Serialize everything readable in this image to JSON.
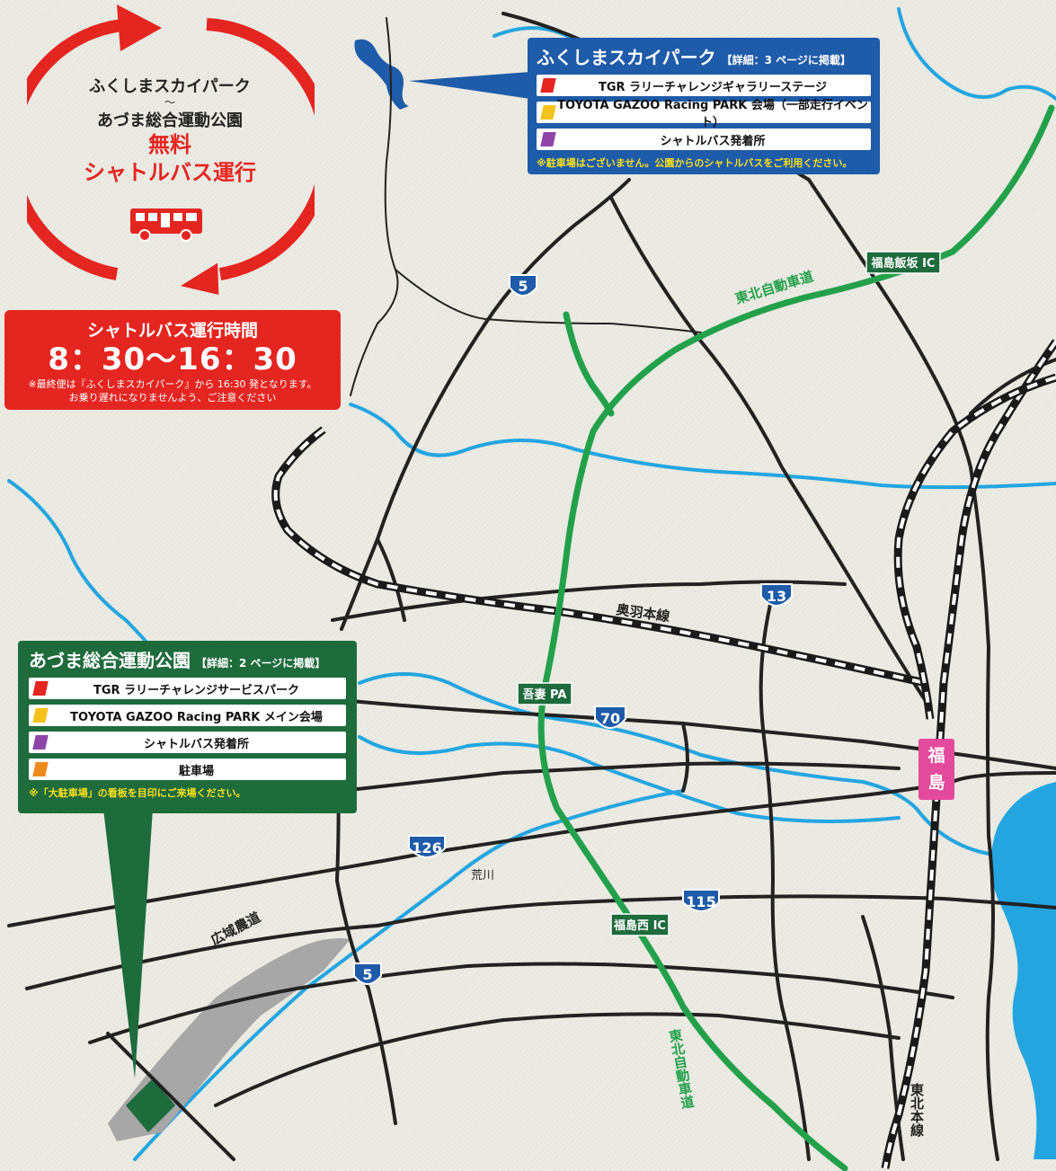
{
  "loop": {
    "line1": "ふくしまスカイパーク",
    "line2": "～",
    "line3": "あづま総合運動公園",
    "line4": "無料",
    "line5": "シャトルバス運行",
    "color": "#e52520"
  },
  "shuttle_time": {
    "title": "シャトルバス運行時間",
    "time": "8：30〜16：30",
    "note1": "※最終便は『ふくしまスカイパーク』から 16:30 発となります。",
    "note2": "お乗り遅れになりませんよう、ご注意ください"
  },
  "sky_park": {
    "title": "ふくしまスカイパーク",
    "detail": "【詳細：3 ページに掲載】",
    "items": [
      {
        "label": "TGR ラリーチャレンジギャラリーステージ",
        "color": "#e52520"
      },
      {
        "label": "TOYOTA GAZOO Racing PARK 会場（一部走行イベント）",
        "color": "#f5c21b"
      },
      {
        "label": "シャトルバス発着所",
        "color": "#8e44a8"
      }
    ],
    "note": "※駐車場はございません。公園からのシャトルバスをご利用ください。",
    "bg": "#1e5ba8"
  },
  "azuma_park": {
    "title": "あづま総合運動公園",
    "detail": "【詳細：2 ページに掲載】",
    "items": [
      {
        "label": "TGR ラリーチャレンジサービスパーク",
        "color": "#e52520"
      },
      {
        "label": "TOYOTA GAZOO Racing PARK メイン会場",
        "color": "#f5c21b"
      },
      {
        "label": "シャトルバス発着所",
        "color": "#8e44a8"
      },
      {
        "label": "駐車場",
        "color": "#f08a1e"
      }
    ],
    "note": "※「大駐車場」の看板を目印にご来場ください。",
    "bg": "#1e6b3c"
  },
  "map": {
    "expressway_upper": "東北自動車道",
    "expressway_lower": "東北自動車道",
    "rail_ou": "奥羽本線",
    "rail_tohoku": "東北本線",
    "farm_road": "広域農道",
    "river": "荒川",
    "ic_iizaka": "福島飯坂 IC",
    "ic_nishi": "福島西 IC",
    "pa": "吾妻 PA",
    "station": "福島",
    "routes": [
      "5",
      "13",
      "70",
      "126",
      "115",
      "5"
    ],
    "colors": {
      "expressway": "#23a14a",
      "river": "#24a5e0",
      "station": "#e34a9b"
    }
  }
}
